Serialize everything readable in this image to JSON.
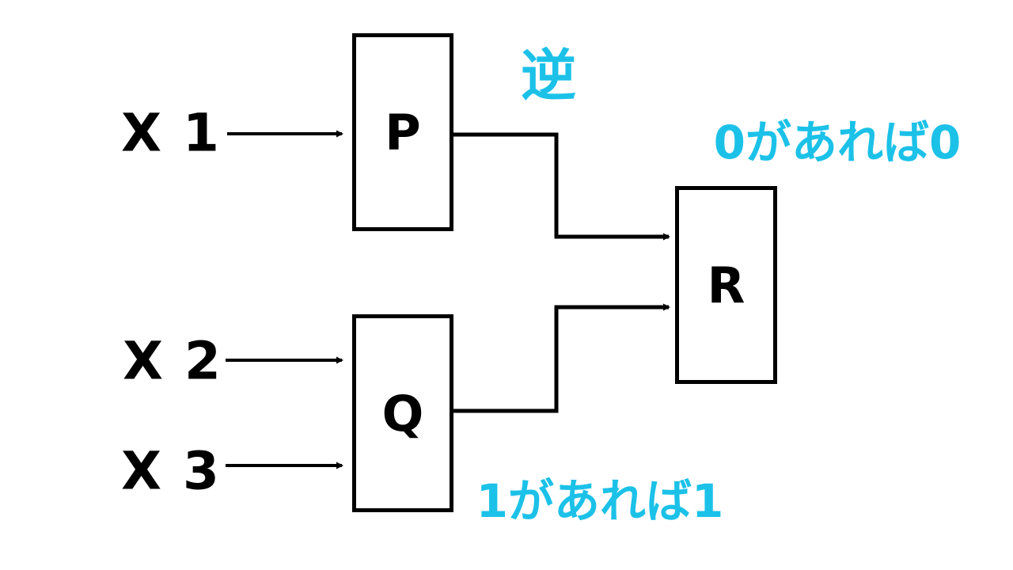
{
  "diagram": {
    "title": "logic-gate flow diagram",
    "colors": {
      "background": "#ffffff",
      "line": "#000000",
      "annotation_accent": "#1cc1e8"
    },
    "inputs": [
      {
        "id": "x1",
        "label": "X 1"
      },
      {
        "id": "x2",
        "label": "X 2"
      },
      {
        "id": "x3",
        "label": "X 3"
      }
    ],
    "nodes": [
      {
        "id": "p",
        "label": "P"
      },
      {
        "id": "q",
        "label": "Q"
      },
      {
        "id": "r",
        "label": "R"
      }
    ],
    "annotations": [
      {
        "id": "gyaku",
        "text": "逆",
        "meaning": "annotation above P output"
      },
      {
        "id": "zero-rule",
        "text": "0があれば0",
        "meaning": "annotation above R"
      },
      {
        "id": "one-rule",
        "text": "1があれば1",
        "meaning": "annotation below Q output"
      }
    ],
    "connections": [
      {
        "from": "X 1",
        "to": "P"
      },
      {
        "from": "X 2",
        "to": "Q"
      },
      {
        "from": "X 3",
        "to": "Q"
      },
      {
        "from": "P",
        "to": "R"
      },
      {
        "from": "Q",
        "to": "R"
      }
    ]
  }
}
